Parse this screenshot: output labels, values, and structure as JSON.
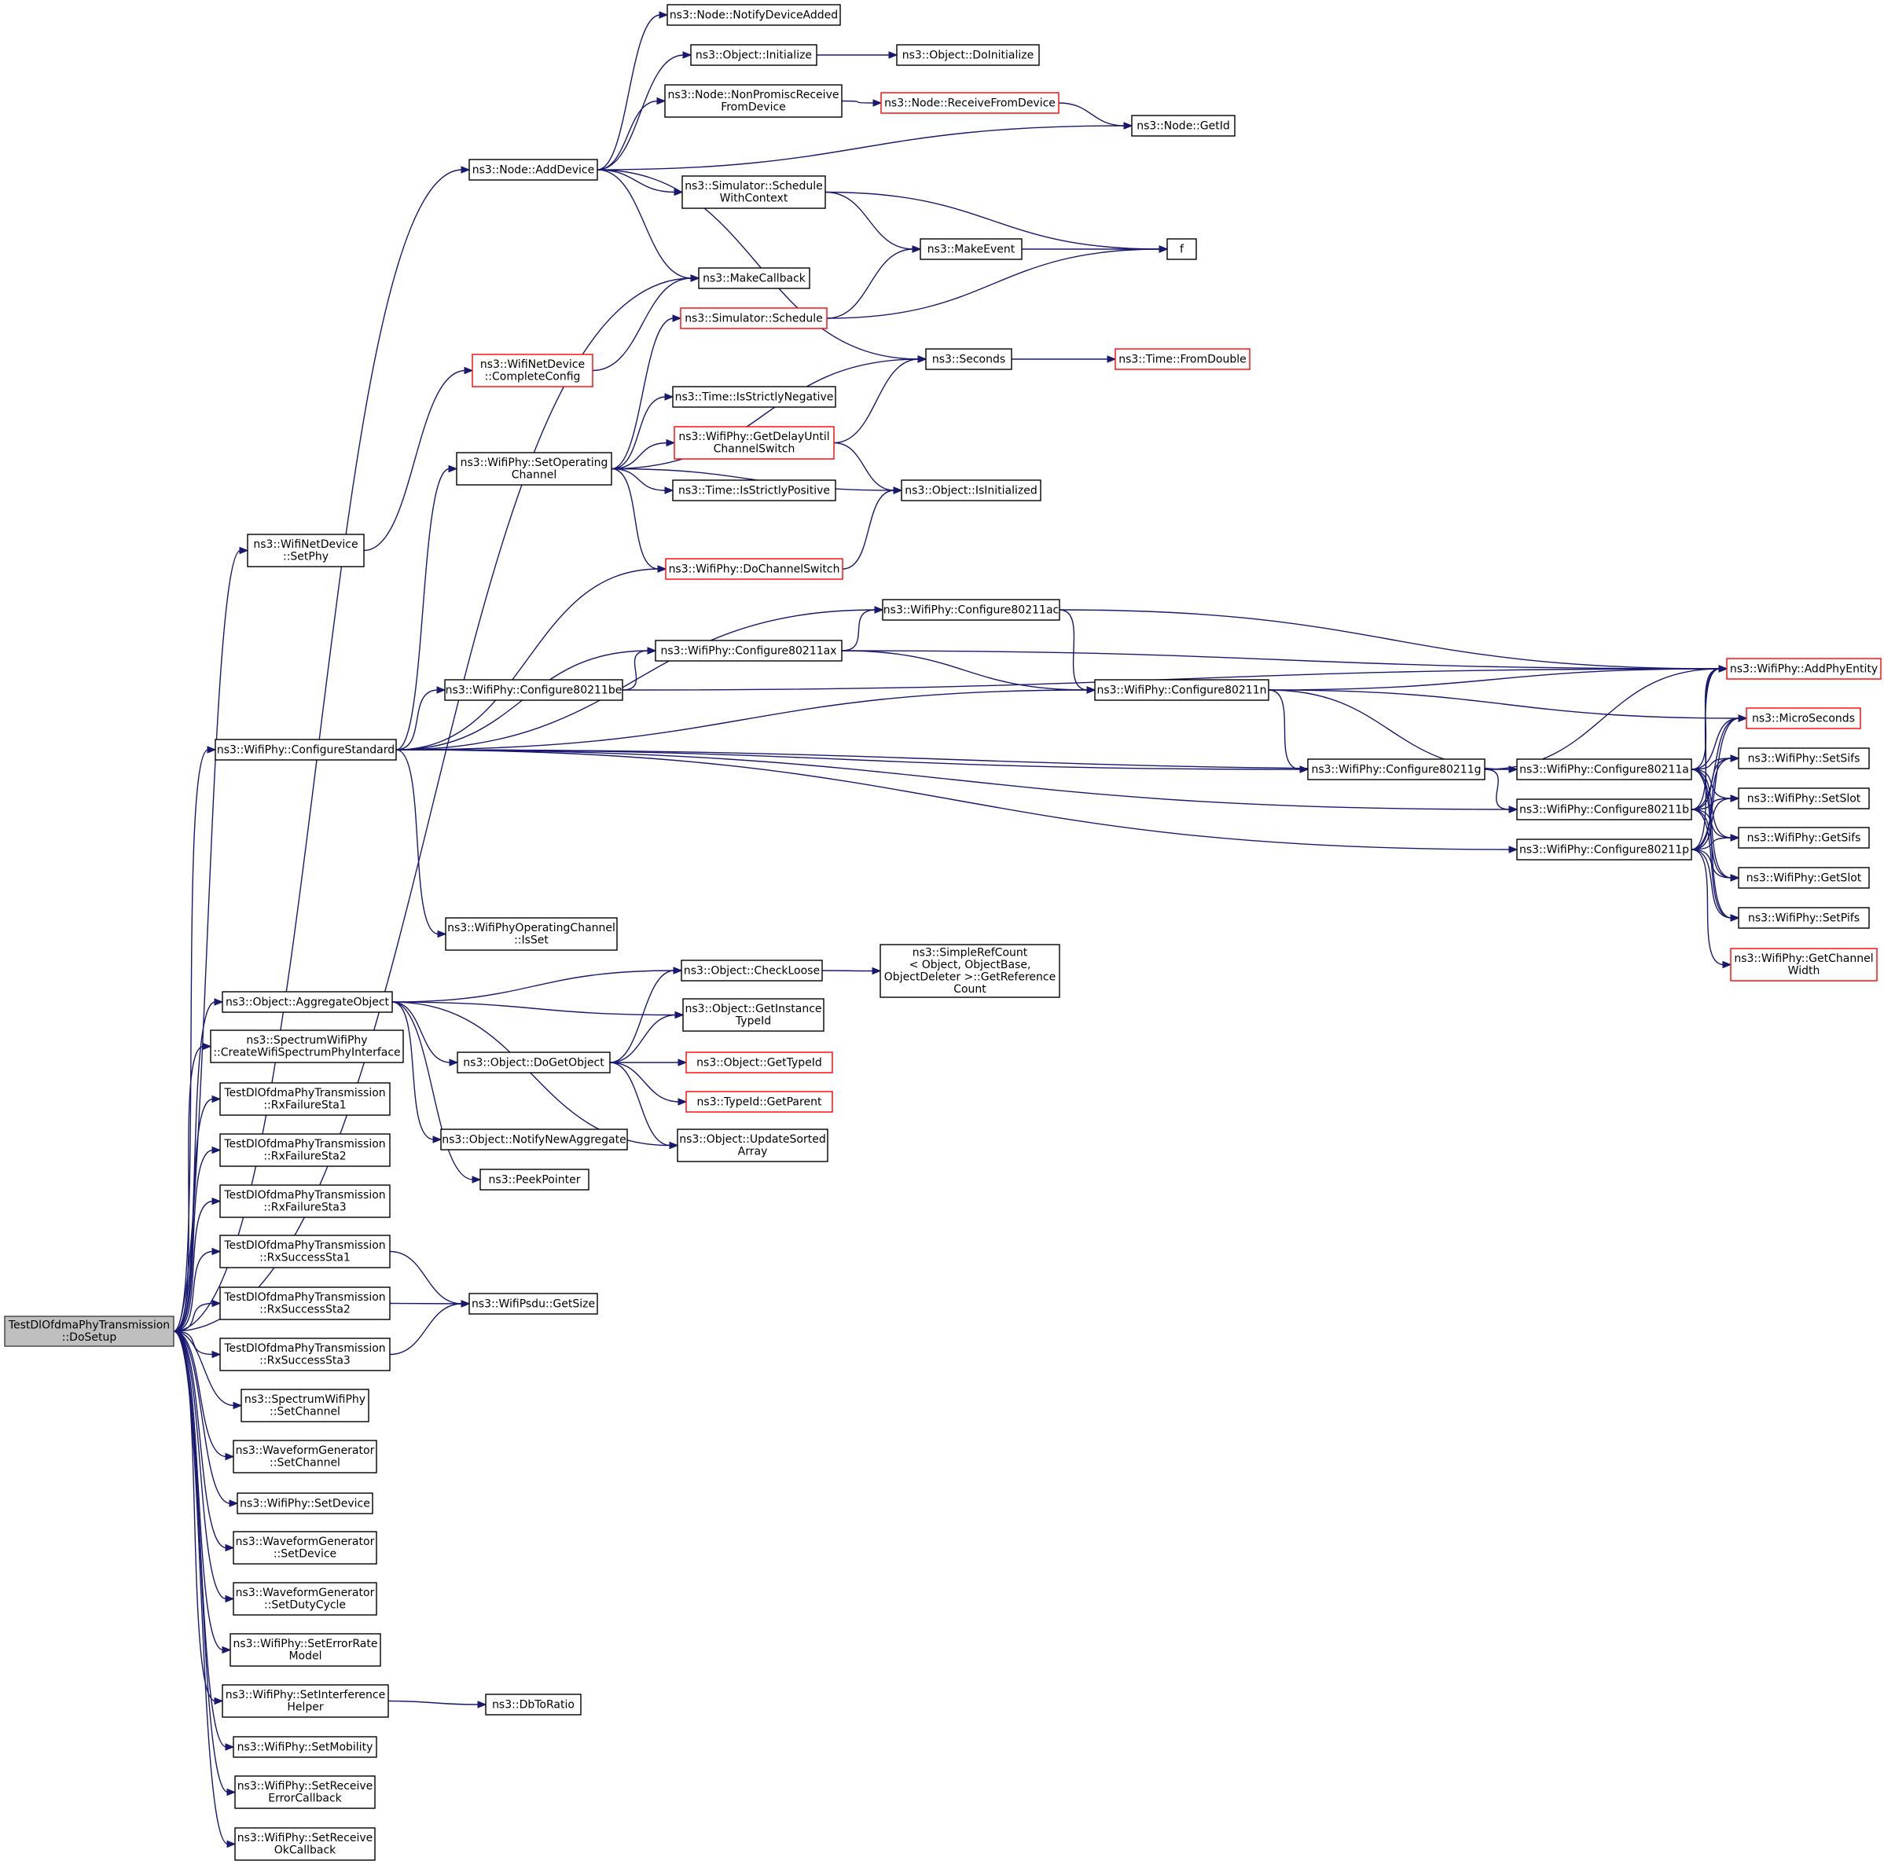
{
  "diagram": {
    "kind": "call-graph",
    "colors": {
      "edge": "#191970",
      "node_border": "#000000",
      "truncated_border": "#ff0000",
      "root_fill": "#bfbfbf"
    },
    "nodes": [
      {
        "id": "root",
        "lines": [
          "TestDlOfdmaPhyTransmission",
          "::DoSetup"
        ],
        "style": "root"
      },
      {
        "id": "addDevice",
        "lines": [
          "ns3::Node::AddDevice"
        ]
      },
      {
        "id": "notifyDevAdded",
        "lines": [
          "ns3::Node::NotifyDeviceAdded"
        ]
      },
      {
        "id": "objInit",
        "lines": [
          "ns3::Object::Initialize"
        ]
      },
      {
        "id": "objDoInit",
        "lines": [
          "ns3::Object::DoInitialize"
        ]
      },
      {
        "id": "nonPromisc",
        "lines": [
          "ns3::Node::NonPromiscReceive",
          "FromDevice"
        ]
      },
      {
        "id": "recvFromDev",
        "lines": [
          "ns3::Node::ReceiveFromDevice"
        ],
        "style": "red"
      },
      {
        "id": "getId",
        "lines": [
          "ns3::Node::GetId"
        ]
      },
      {
        "id": "schedWithCtx",
        "lines": [
          "ns3::Simulator::Schedule",
          "WithContext"
        ]
      },
      {
        "id": "makeEvent",
        "lines": [
          "ns3::MakeEvent"
        ]
      },
      {
        "id": "f",
        "lines": [
          "f"
        ]
      },
      {
        "id": "makeCallback",
        "lines": [
          "ns3::MakeCallback"
        ]
      },
      {
        "id": "simSchedule",
        "lines": [
          "ns3::Simulator::Schedule"
        ],
        "style": "red"
      },
      {
        "id": "completeConfig",
        "lines": [
          "ns3::WifiNetDevice",
          "::CompleteConfig"
        ],
        "style": "red"
      },
      {
        "id": "seconds",
        "lines": [
          "ns3::Seconds"
        ]
      },
      {
        "id": "fromDouble",
        "lines": [
          "ns3::Time::FromDouble"
        ],
        "style": "red"
      },
      {
        "id": "strictlyNeg",
        "lines": [
          "ns3::Time::IsStrictlyNegative"
        ]
      },
      {
        "id": "setOpChannel",
        "lines": [
          "ns3::WifiPhy::SetOperating",
          "Channel"
        ]
      },
      {
        "id": "getDelay",
        "lines": [
          "ns3::WifiPhy::GetDelayUntil",
          "ChannelSwitch"
        ],
        "style": "red"
      },
      {
        "id": "strictlyPos",
        "lines": [
          "ns3::Time::IsStrictlyPositive"
        ]
      },
      {
        "id": "isInitialized",
        "lines": [
          "ns3::Object::IsInitialized"
        ]
      },
      {
        "id": "setPhy",
        "lines": [
          "ns3::WifiNetDevice",
          "::SetPhy"
        ]
      },
      {
        "id": "doChanSwitch",
        "lines": [
          "ns3::WifiPhy::DoChannelSwitch"
        ],
        "style": "red"
      },
      {
        "id": "cfgAc",
        "lines": [
          "ns3::WifiPhy::Configure80211ac"
        ]
      },
      {
        "id": "cfgAx",
        "lines": [
          "ns3::WifiPhy::Configure80211ax"
        ]
      },
      {
        "id": "cfgBe",
        "lines": [
          "ns3::WifiPhy::Configure80211be"
        ]
      },
      {
        "id": "addPhyEntity",
        "lines": [
          "ns3::WifiPhy::AddPhyEntity"
        ],
        "style": "red"
      },
      {
        "id": "cfgN",
        "lines": [
          "ns3::WifiPhy::Configure80211n"
        ]
      },
      {
        "id": "microSec",
        "lines": [
          "ns3::MicroSeconds"
        ],
        "style": "red"
      },
      {
        "id": "cfgStd",
        "lines": [
          "ns3::WifiPhy::ConfigureStandard"
        ]
      },
      {
        "id": "setSifs",
        "lines": [
          "ns3::WifiPhy::SetSifs"
        ]
      },
      {
        "id": "cfgG",
        "lines": [
          "ns3::WifiPhy::Configure80211g"
        ]
      },
      {
        "id": "cfgA",
        "lines": [
          "ns3::WifiPhy::Configure80211a"
        ]
      },
      {
        "id": "setSlot",
        "lines": [
          "ns3::WifiPhy::SetSlot"
        ]
      },
      {
        "id": "cfgB",
        "lines": [
          "ns3::WifiPhy::Configure80211b"
        ]
      },
      {
        "id": "getSifs",
        "lines": [
          "ns3::WifiPhy::GetSifs"
        ]
      },
      {
        "id": "cfgP",
        "lines": [
          "ns3::WifiPhy::Configure80211p"
        ]
      },
      {
        "id": "getSlot",
        "lines": [
          "ns3::WifiPhy::GetSlot"
        ]
      },
      {
        "id": "setPifs",
        "lines": [
          "ns3::WifiPhy::SetPifs"
        ]
      },
      {
        "id": "getChanWidth",
        "lines": [
          "ns3::WifiPhy::GetChannel",
          "Width"
        ],
        "style": "red"
      },
      {
        "id": "opChanIsSet",
        "lines": [
          "ns3::WifiPhyOperatingChannel",
          "::IsSet"
        ]
      },
      {
        "id": "aggObj",
        "lines": [
          "ns3::Object::AggregateObject"
        ]
      },
      {
        "id": "checkLoose",
        "lines": [
          "ns3::Object::CheckLoose"
        ]
      },
      {
        "id": "simpleRef",
        "lines": [
          "ns3::SimpleRefCount",
          "< Object, ObjectBase,",
          "ObjectDeleter >::GetReference",
          "Count"
        ]
      },
      {
        "id": "createIface",
        "lines": [
          "ns3::SpectrumWifiPhy",
          "::CreateWifiSpectrumPhyInterface"
        ]
      },
      {
        "id": "getInstTid",
        "lines": [
          "ns3::Object::GetInstance",
          "TypeId"
        ]
      },
      {
        "id": "doGetObj",
        "lines": [
          "ns3::Object::DoGetObject"
        ]
      },
      {
        "id": "getTypeId",
        "lines": [
          "ns3::Object::GetTypeId"
        ],
        "style": "red"
      },
      {
        "id": "rxFail1",
        "lines": [
          "TestDlOfdmaPhyTransmission",
          "::RxFailureSta1"
        ]
      },
      {
        "id": "getParent",
        "lines": [
          "ns3::TypeId::GetParent"
        ],
        "style": "red"
      },
      {
        "id": "rxFail2",
        "lines": [
          "TestDlOfdmaPhyTransmission",
          "::RxFailureSta2"
        ]
      },
      {
        "id": "notifyNewAgg",
        "lines": [
          "ns3::Object::NotifyNewAggregate"
        ]
      },
      {
        "id": "updSorted",
        "lines": [
          "ns3::Object::UpdateSorted",
          "Array"
        ]
      },
      {
        "id": "peekPtr",
        "lines": [
          "ns3::PeekPointer"
        ]
      },
      {
        "id": "rxFail3",
        "lines": [
          "TestDlOfdmaPhyTransmission",
          "::RxFailureSta3"
        ]
      },
      {
        "id": "rxSucc1",
        "lines": [
          "TestDlOfdmaPhyTransmission",
          "::RxSuccessSta1"
        ]
      },
      {
        "id": "rxSucc2",
        "lines": [
          "TestDlOfdmaPhyTransmission",
          "::RxSuccessSta2"
        ]
      },
      {
        "id": "psduGetSize",
        "lines": [
          "ns3::WifiPsdu::GetSize"
        ]
      },
      {
        "id": "rxSucc3",
        "lines": [
          "TestDlOfdmaPhyTransmission",
          "::RxSuccessSta3"
        ]
      },
      {
        "id": "specSetChan",
        "lines": [
          "ns3::SpectrumWifiPhy",
          "::SetChannel"
        ]
      },
      {
        "id": "wfSetChan",
        "lines": [
          "ns3::WaveformGenerator",
          "::SetChannel"
        ]
      },
      {
        "id": "setDevice",
        "lines": [
          "ns3::WifiPhy::SetDevice"
        ]
      },
      {
        "id": "wfSetDev",
        "lines": [
          "ns3::WaveformGenerator",
          "::SetDevice"
        ]
      },
      {
        "id": "wfSetDuty",
        "lines": [
          "ns3::WaveformGenerator",
          "::SetDutyCycle"
        ]
      },
      {
        "id": "setErrRate",
        "lines": [
          "ns3::WifiPhy::SetErrorRate",
          "Model"
        ]
      },
      {
        "id": "setInterf",
        "lines": [
          "ns3::WifiPhy::SetInterference",
          "Helper"
        ]
      },
      {
        "id": "dbToRatio",
        "lines": [
          "ns3::DbToRatio"
        ]
      },
      {
        "id": "setMobility",
        "lines": [
          "ns3::WifiPhy::SetMobility"
        ]
      },
      {
        "id": "setRecvErr",
        "lines": [
          "ns3::WifiPhy::SetReceive",
          "ErrorCallback"
        ]
      },
      {
        "id": "setRecvOk",
        "lines": [
          "ns3::WifiPhy::SetReceive",
          "OkCallback"
        ]
      }
    ],
    "edges": [
      [
        "root",
        "addDevice"
      ],
      [
        "root",
        "makeCallback"
      ],
      [
        "root",
        "setPhy"
      ],
      [
        "root",
        "cfgStd"
      ],
      [
        "root",
        "aggObj"
      ],
      [
        "root",
        "createIface"
      ],
      [
        "root",
        "rxFail1"
      ],
      [
        "root",
        "rxFail2"
      ],
      [
        "root",
        "rxFail3"
      ],
      [
        "root",
        "rxSucc1"
      ],
      [
        "root",
        "rxSucc2"
      ],
      [
        "root",
        "rxSucc3"
      ],
      [
        "root",
        "specSetChan"
      ],
      [
        "root",
        "wfSetChan"
      ],
      [
        "root",
        "setDevice"
      ],
      [
        "root",
        "wfSetDev"
      ],
      [
        "root",
        "wfSetDuty"
      ],
      [
        "root",
        "setErrRate"
      ],
      [
        "root",
        "setInterf"
      ],
      [
        "root",
        "setMobility"
      ],
      [
        "root",
        "setRecvErr"
      ],
      [
        "root",
        "setRecvOk"
      ],
      [
        "addDevice",
        "notifyDevAdded"
      ],
      [
        "addDevice",
        "objInit"
      ],
      [
        "addDevice",
        "nonPromisc"
      ],
      [
        "addDevice",
        "getId"
      ],
      [
        "addDevice",
        "schedWithCtx"
      ],
      [
        "addDevice",
        "makeCallback"
      ],
      [
        "addDevice",
        "seconds"
      ],
      [
        "objInit",
        "objDoInit"
      ],
      [
        "nonPromisc",
        "recvFromDev"
      ],
      [
        "recvFromDev",
        "getId"
      ],
      [
        "schedWithCtx",
        "makeEvent"
      ],
      [
        "schedWithCtx",
        "f"
      ],
      [
        "makeEvent",
        "f"
      ],
      [
        "simSchedule",
        "makeEvent"
      ],
      [
        "simSchedule",
        "f"
      ],
      [
        "completeConfig",
        "makeCallback"
      ],
      [
        "setPhy",
        "completeConfig"
      ],
      [
        "seconds",
        "fromDouble"
      ],
      [
        "setOpChannel",
        "simSchedule"
      ],
      [
        "setOpChannel",
        "seconds"
      ],
      [
        "setOpChannel",
        "strictlyNeg"
      ],
      [
        "setOpChannel",
        "getDelay"
      ],
      [
        "setOpChannel",
        "strictlyPos"
      ],
      [
        "setOpChannel",
        "isInitialized"
      ],
      [
        "setOpChannel",
        "doChanSwitch"
      ],
      [
        "getDelay",
        "seconds"
      ],
      [
        "getDelay",
        "isInitialized"
      ],
      [
        "doChanSwitch",
        "isInitialized"
      ],
      [
        "cfgStd",
        "setOpChannel"
      ],
      [
        "cfgStd",
        "doChanSwitch"
      ],
      [
        "cfgStd",
        "cfgAc"
      ],
      [
        "cfgStd",
        "cfgAx"
      ],
      [
        "cfgStd",
        "cfgBe"
      ],
      [
        "cfgStd",
        "cfgN"
      ],
      [
        "cfgStd",
        "cfgG"
      ],
      [
        "cfgStd",
        "cfgA"
      ],
      [
        "cfgStd",
        "cfgB"
      ],
      [
        "cfgStd",
        "cfgP"
      ],
      [
        "cfgStd",
        "opChanIsSet"
      ],
      [
        "cfgBe",
        "cfgAx"
      ],
      [
        "cfgBe",
        "addPhyEntity"
      ],
      [
        "cfgAx",
        "cfgAc"
      ],
      [
        "cfgAx",
        "cfgN"
      ],
      [
        "cfgAx",
        "addPhyEntity"
      ],
      [
        "cfgAc",
        "cfgN"
      ],
      [
        "cfgAc",
        "addPhyEntity"
      ],
      [
        "cfgN",
        "addPhyEntity"
      ],
      [
        "cfgN",
        "microSec"
      ],
      [
        "cfgN",
        "cfgG"
      ],
      [
        "cfgN",
        "cfgA"
      ],
      [
        "cfgG",
        "addPhyEntity"
      ],
      [
        "cfgG",
        "cfgB"
      ],
      [
        "cfgA",
        "addPhyEntity"
      ],
      [
        "cfgA",
        "microSec"
      ],
      [
        "cfgA",
        "setSifs"
      ],
      [
        "cfgA",
        "setSlot"
      ],
      [
        "cfgA",
        "getSifs"
      ],
      [
        "cfgA",
        "getSlot"
      ],
      [
        "cfgA",
        "setPifs"
      ],
      [
        "cfgB",
        "addPhyEntity"
      ],
      [
        "cfgB",
        "microSec"
      ],
      [
        "cfgB",
        "setSifs"
      ],
      [
        "cfgB",
        "setSlot"
      ],
      [
        "cfgB",
        "getSifs"
      ],
      [
        "cfgB",
        "getSlot"
      ],
      [
        "cfgB",
        "setPifs"
      ],
      [
        "cfgP",
        "addPhyEntity"
      ],
      [
        "cfgP",
        "microSec"
      ],
      [
        "cfgP",
        "setSifs"
      ],
      [
        "cfgP",
        "setSlot"
      ],
      [
        "cfgP",
        "getSifs"
      ],
      [
        "cfgP",
        "getSlot"
      ],
      [
        "cfgP",
        "setPifs"
      ],
      [
        "cfgP",
        "getChanWidth"
      ],
      [
        "aggObj",
        "checkLoose"
      ],
      [
        "aggObj",
        "getInstTid"
      ],
      [
        "aggObj",
        "doGetObj"
      ],
      [
        "aggObj",
        "notifyNewAgg"
      ],
      [
        "aggObj",
        "peekPtr"
      ],
      [
        "aggObj",
        "updSorted"
      ],
      [
        "checkLoose",
        "simpleRef"
      ],
      [
        "doGetObj",
        "checkLoose"
      ],
      [
        "doGetObj",
        "getInstTid"
      ],
      [
        "doGetObj",
        "getTypeId"
      ],
      [
        "doGetObj",
        "getParent"
      ],
      [
        "doGetObj",
        "updSorted"
      ],
      [
        "rxSucc1",
        "psduGetSize"
      ],
      [
        "rxSucc2",
        "psduGetSize"
      ],
      [
        "rxSucc3",
        "psduGetSize"
      ],
      [
        "setInterf",
        "dbToRatio"
      ]
    ]
  }
}
